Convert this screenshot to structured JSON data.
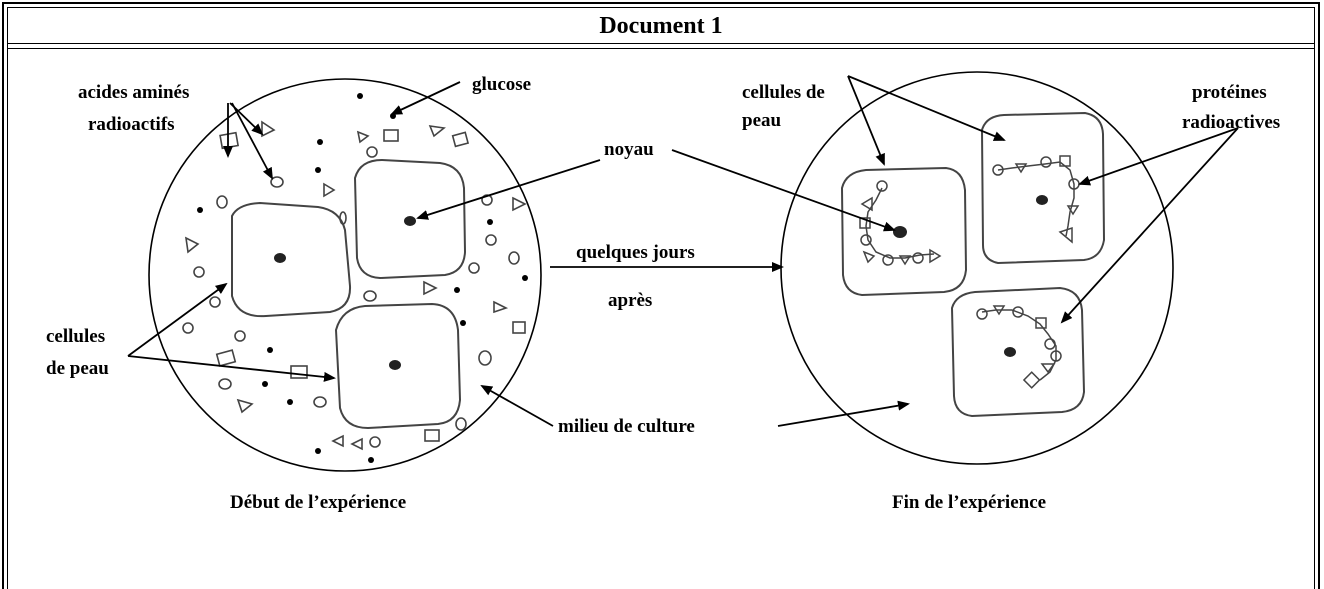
{
  "title": "Document 1",
  "labels": {
    "acides_amines_1": "acides aminés",
    "acides_amines_2": "radioactifs",
    "glucose": "glucose",
    "noyau": "noyau",
    "cellules_left_1": "cellules",
    "cellules_left_2": "de peau",
    "quelques_jours": "quelques jours",
    "apres": "après",
    "milieu": "milieu de culture",
    "debut": "Début de l’expérience",
    "fin": "Fin de l’expérience",
    "cellules_right_1": "cellules de",
    "cellules_right_2": "peau",
    "proteines_1": "protéines",
    "proteines_2": "radioactives"
  }
}
